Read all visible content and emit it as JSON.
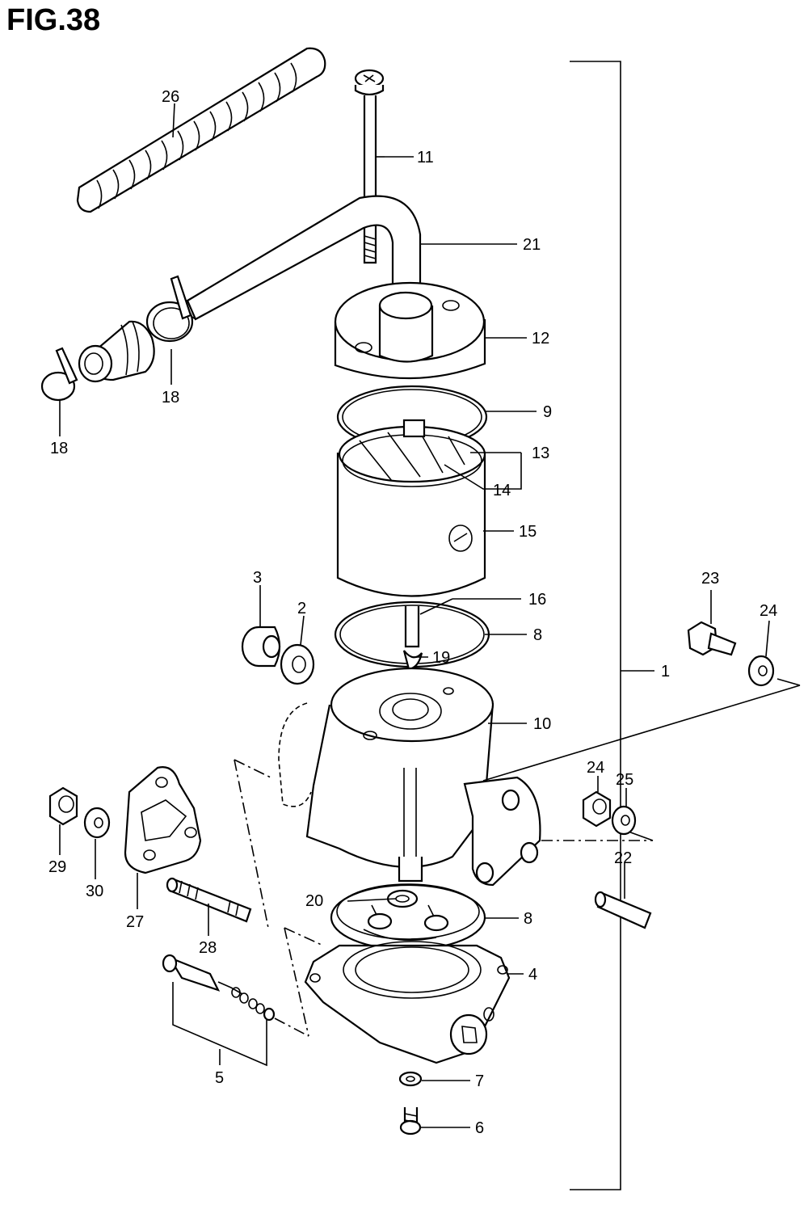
{
  "figure": {
    "title": "FIG.38"
  },
  "callouts": {
    "c1": "1",
    "c2": "2",
    "c3": "3",
    "c4": "4",
    "c5": "5",
    "c6": "6",
    "c7": "7",
    "c8a": "8",
    "c8b": "8",
    "c9": "9",
    "c10": "10",
    "c11": "11",
    "c12": "12",
    "c13": "13",
    "c14": "14",
    "c15": "15",
    "c16": "16",
    "c18a": "18",
    "c18b": "18",
    "c19": "19",
    "c20": "20",
    "c21": "21",
    "c22": "22",
    "c23": "23",
    "c24a": "24",
    "c24b": "24",
    "c25": "25",
    "c26": "26",
    "c27": "27",
    "c28": "28",
    "c29": "29",
    "c30": "30"
  }
}
